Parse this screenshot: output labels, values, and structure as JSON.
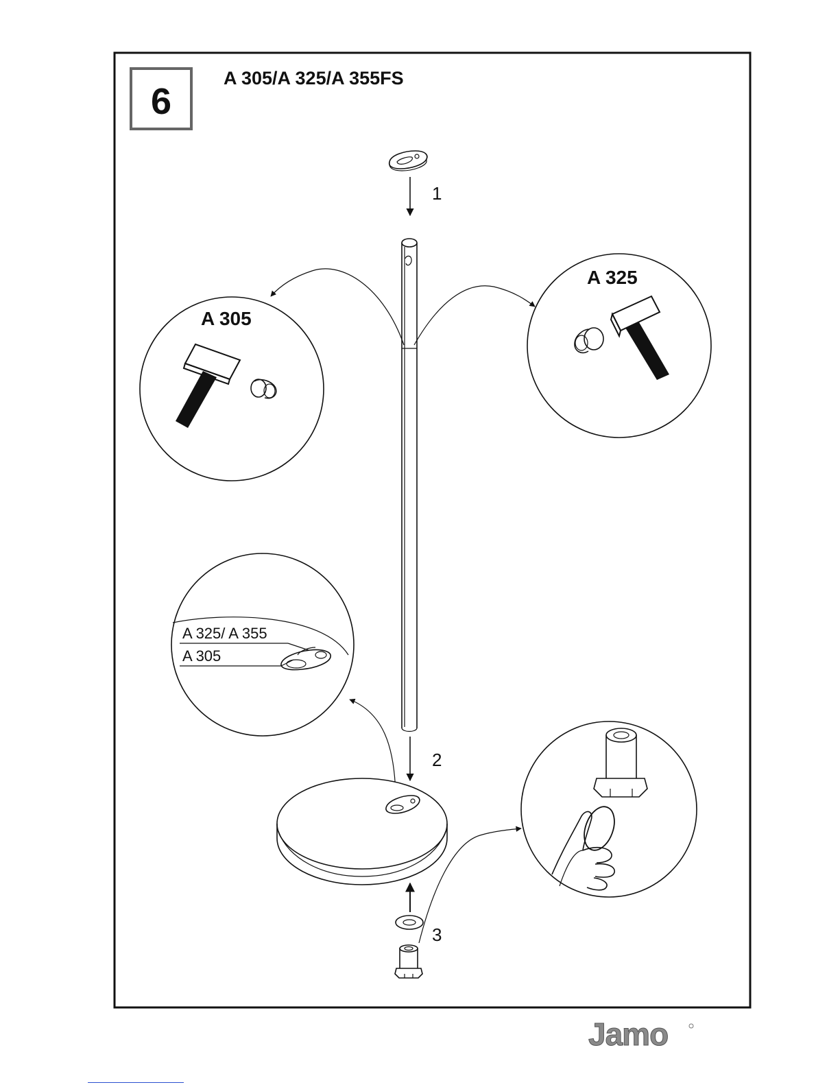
{
  "page": {
    "step_number": "6",
    "title": "A 305/A 325/A 355FS"
  },
  "steps": {
    "step1": "1",
    "step2": "2",
    "step3": "3"
  },
  "callouts": {
    "left_hammer_label": "A 305",
    "right_hammer_label": "A 325",
    "base_detail_label_upper": "A 325/ A 355",
    "base_detail_label_lower": "A 305"
  },
  "brand": {
    "logo_text": "Jamo",
    "logo_color": "#8a8a8a"
  },
  "colors": {
    "frame": "#111111",
    "step_box_border": "#666666",
    "link_rule": "#2a4fd0"
  },
  "icons": [
    "cap-plug-icon",
    "tube-pole-icon",
    "hammer-icon",
    "rubber-foot-icon",
    "base-disc-icon",
    "washer-icon",
    "spike-nut-icon",
    "hand-coin-icon",
    "arrow-icon"
  ]
}
